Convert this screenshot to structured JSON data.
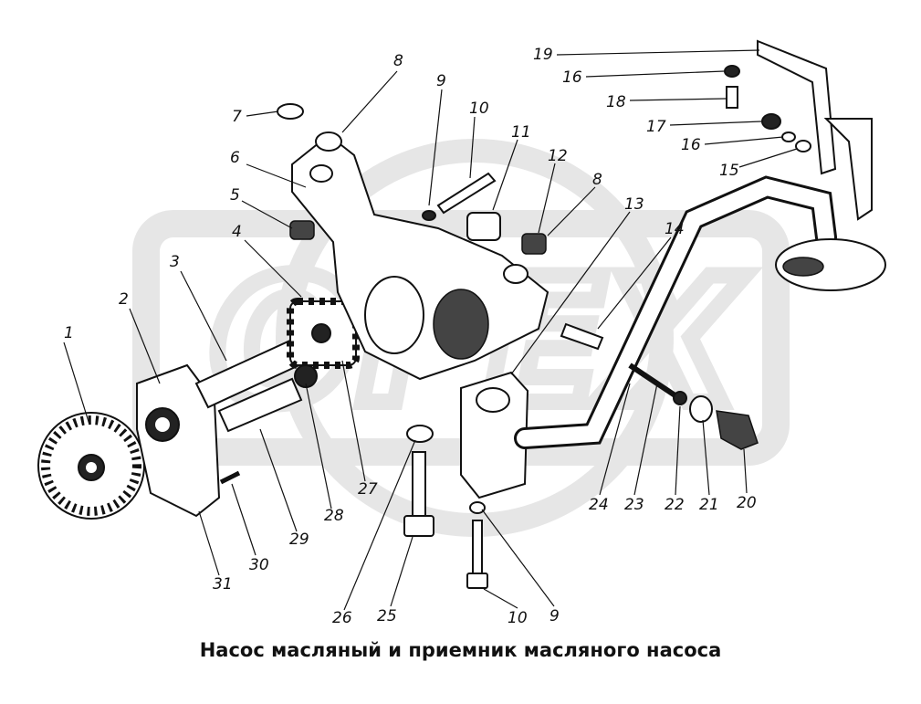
{
  "caption": "Насос масляный и приемник масляного насоса",
  "watermark": "OPEX",
  "colors": {
    "ink": "#111111",
    "watermark": "#e6e6e6",
    "background": "#ffffff"
  },
  "callouts": [
    "1",
    "2",
    "3",
    "4",
    "5",
    "6",
    "7",
    "8",
    "9",
    "10",
    "11",
    "12",
    "8",
    "13",
    "14",
    "19",
    "16",
    "18",
    "17",
    "16",
    "15",
    "31",
    "30",
    "29",
    "28",
    "27",
    "26",
    "25",
    "10",
    "9",
    "24",
    "23",
    "22",
    "21",
    "20"
  ]
}
